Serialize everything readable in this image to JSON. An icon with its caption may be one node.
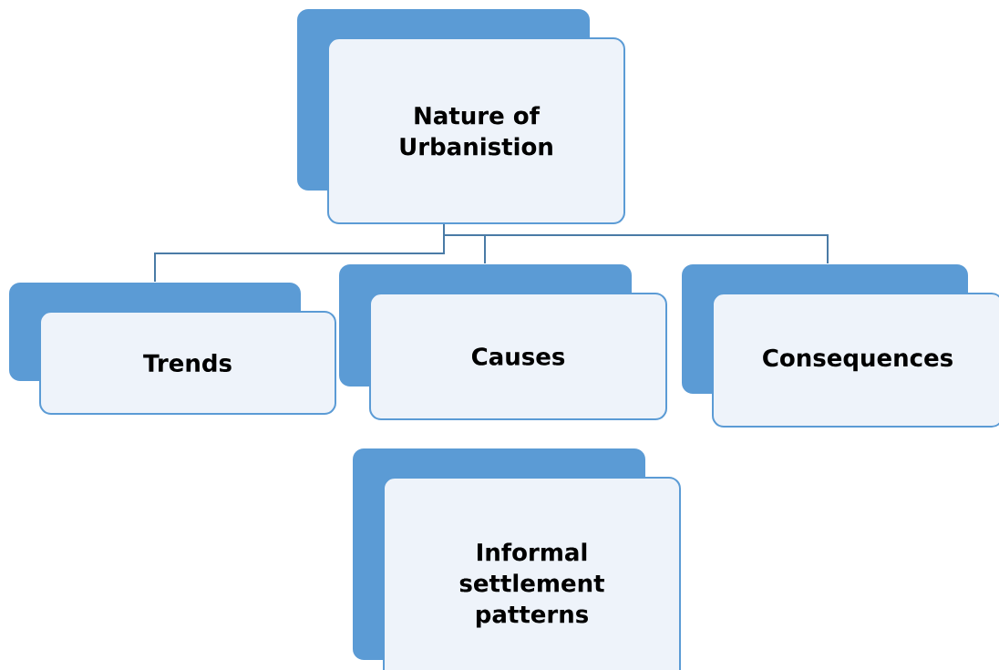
{
  "diagram": {
    "nodes": [
      {
        "text": [
          "Nature of Urbanistion"
        ]
      },
      {
        "text": [
          "Trends"
        ]
      },
      {
        "text": [
          "Causes"
        ]
      },
      {
        "text": [
          "Consequences"
        ]
      },
      {
        "text": [
          "Informal settlement patterns"
        ]
      }
    ],
    "edges": [
      {
        "from": 0,
        "to": 1,
        "arrow": "none"
      },
      {
        "from": 0,
        "to": 2,
        "arrow": "none"
      },
      {
        "from": 0,
        "to": 3,
        "arrow": "none"
      }
    ]
  }
}
